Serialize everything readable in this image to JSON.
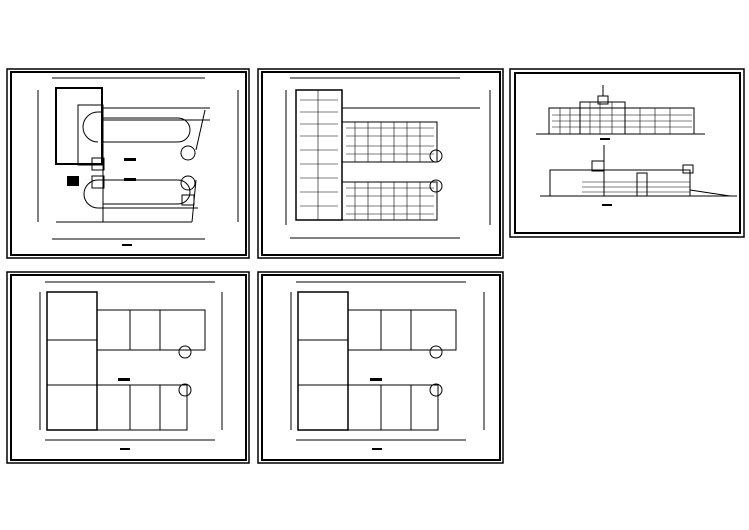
{
  "canvas": {
    "background": "#ffffff",
    "ink": "#000000"
  },
  "sheets": [
    {
      "id": "sheet-1"
    },
    {
      "id": "sheet-2"
    },
    {
      "id": "sheet-3"
    },
    {
      "id": "sheet-4"
    },
    {
      "id": "sheet-5"
    }
  ]
}
